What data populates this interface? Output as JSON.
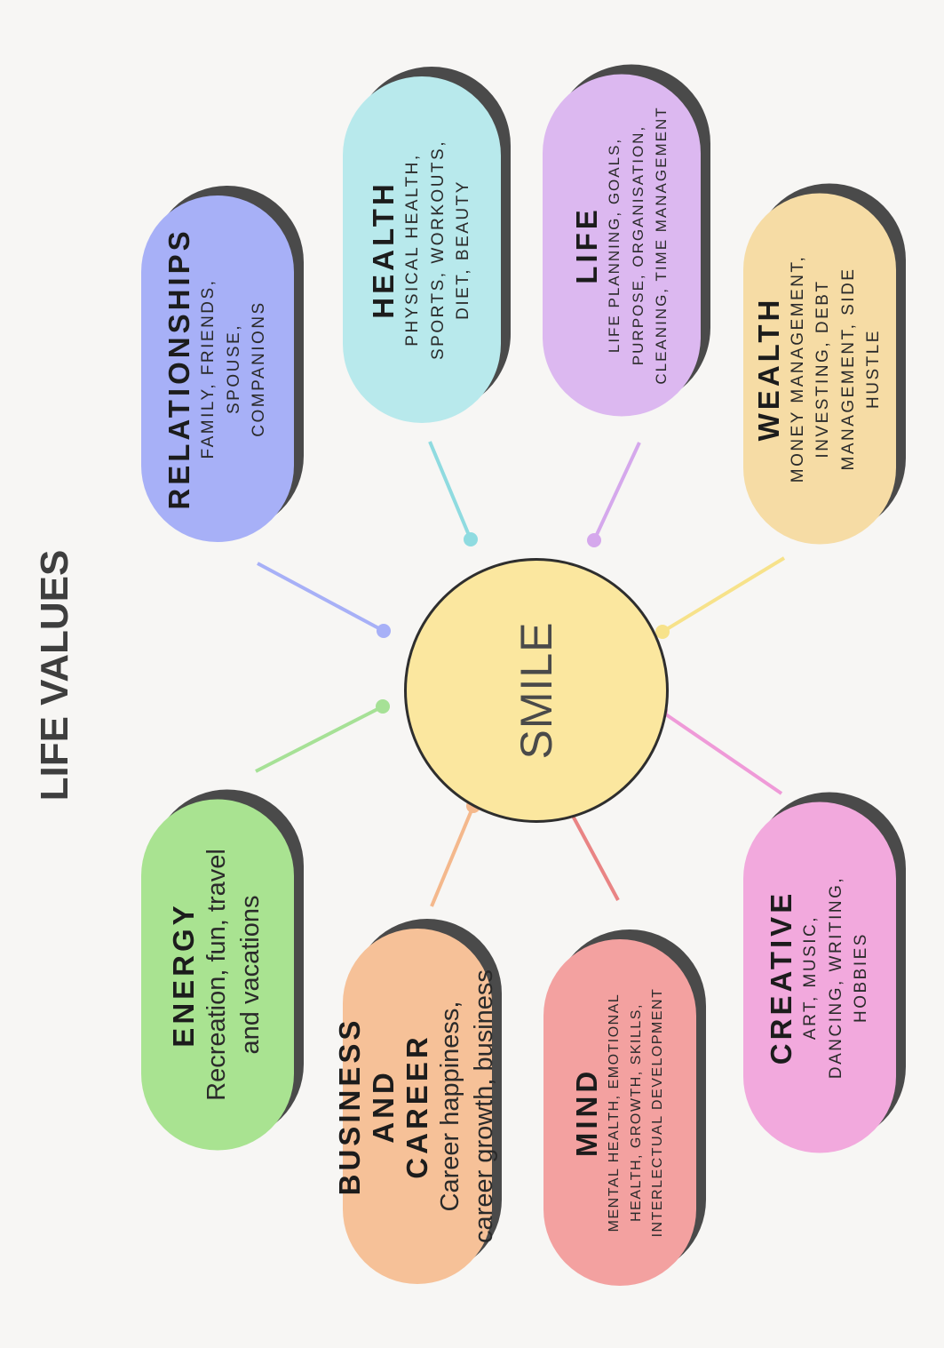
{
  "title": "LIFE VALUES",
  "center": {
    "label": "SMILE",
    "color": "#fbe79f"
  },
  "nodes": [
    {
      "key": "relationships",
      "title": "RELATIONSHIPS",
      "description": "FAMILY, FRIENDS, SPOUSE, COMPANIONS",
      "color": "#a7b0f7",
      "connector_color": "#a7b0f7"
    },
    {
      "key": "health",
      "title": "HEALTH",
      "description": "PHYSICAL HEALTH, SPORTS, WORKOUTS, DIET, BEAUTY",
      "color": "#b8e9ec",
      "connector_color": "#8fdbe0"
    },
    {
      "key": "life",
      "title": "LIFE",
      "description": "LIFE PLANNING, GOALS, PURPOSE, ORGANISATION, CLEANING, TIME MANAGEMENT",
      "color": "#dcb8f0",
      "connector_color": "#d5a8ec"
    },
    {
      "key": "wealth",
      "title": "WEALTH",
      "description": "MONEY MANAGEMENT, INVESTING, DEBT MANAGEMENT, SIDE HUSTLE",
      "color": "#f6dca5",
      "connector_color": "#f7e28a"
    },
    {
      "key": "energy",
      "title": "ENERGY",
      "description": "Recreation, fun, travel and vacations",
      "color": "#a9e391",
      "connector_color": "#a6e196"
    },
    {
      "key": "business",
      "title": "BUSINESS AND CAREER",
      "description": "Career happiness, career growth, business",
      "color": "#f6c198",
      "connector_color": "#f4b88c"
    },
    {
      "key": "mind",
      "title": "MIND",
      "description": "MENTAL HEALTH, EMOTIONAL HEALTH, GROWTH, SKILLS, INTERLECTUAL DEVELOPMENT",
      "color": "#f3a1a0",
      "connector_color": "#e98484"
    },
    {
      "key": "creative",
      "title": "CREATIVE",
      "description": "ART, MUSIC, DANCING, WRITING, HOBBIES",
      "color": "#f2a9dd",
      "connector_color": "#ef9ad8"
    }
  ]
}
